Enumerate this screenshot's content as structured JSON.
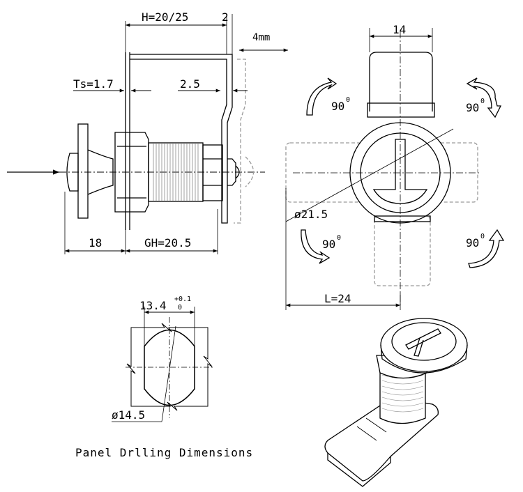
{
  "side_view": {
    "dim_h": "H=20/25",
    "dim_2": "2",
    "dim_4mm": "4mm",
    "dim_ts": "Ts=1.7",
    "dim_25": "2.5",
    "dim_18": "18",
    "dim_gh": "GH=20.5"
  },
  "front_view": {
    "dim_14": "14",
    "dim_dia": "ø21.5",
    "dim_l": "L=24",
    "rot_top_left": "90",
    "rot_top_right": "90",
    "rot_bottom_left": "90",
    "rot_bottom_right": "90",
    "degree_mark": "0"
  },
  "panel": {
    "dim_width": "13.4",
    "tol_plus": "+0.1",
    "tol_zero": "0",
    "dim_dia": "ø14.5",
    "caption": "Panel Drlling Dimensions"
  },
  "colors": {
    "line": "#000000",
    "dash": "#9a9a9a",
    "thread": "#777777"
  }
}
